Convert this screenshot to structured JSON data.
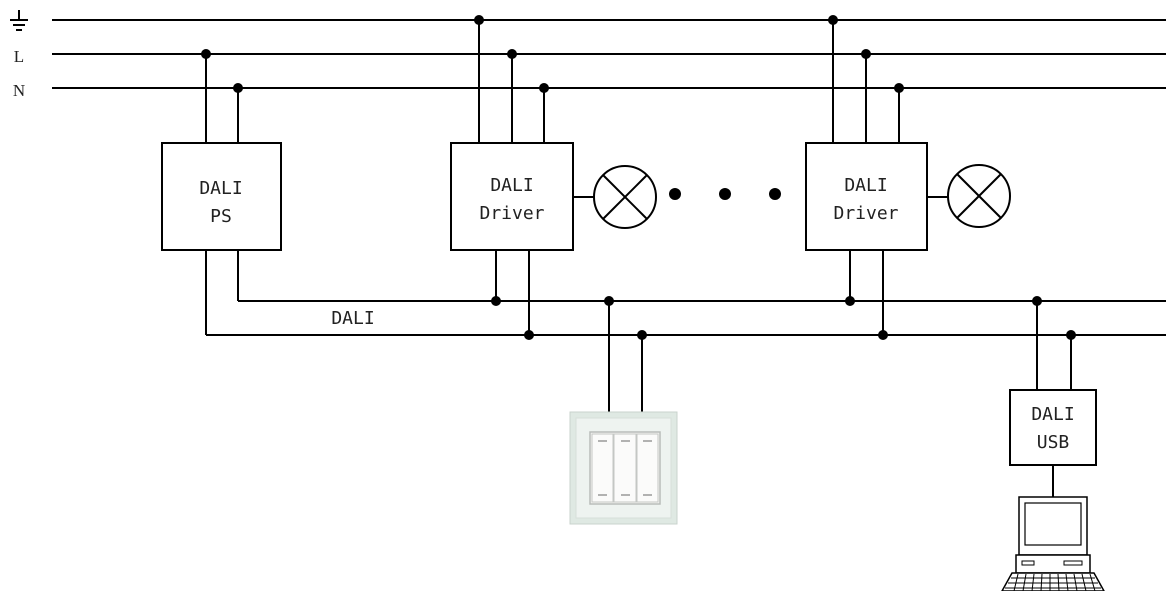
{
  "rail_labels": {
    "earth": "⏚",
    "live": "L",
    "neutral": "N"
  },
  "bus_label": "DALI",
  "power_supply": {
    "line1": "DALI",
    "line2": "PS"
  },
  "drivers": [
    {
      "line1": "DALI",
      "line2": "Driver"
    },
    {
      "line1": "DALI",
      "line2": "Driver"
    }
  ],
  "usb_interface": {
    "line1": "DALI",
    "line2": "USB"
  },
  "icons": {
    "lamp": "lamp-icon",
    "switch_panel": "wall-switch-icon",
    "computer": "computer-icon"
  }
}
